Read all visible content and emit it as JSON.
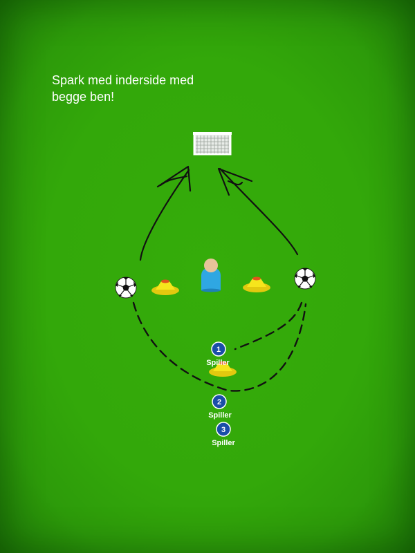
{
  "instruction": "Spark med inderside med begge ben!",
  "players": [
    {
      "number": "1",
      "label": "Spiller"
    },
    {
      "number": "2",
      "label": "Spiller"
    },
    {
      "number": "3",
      "label": "Spiller"
    }
  ],
  "icons": [
    "goal-icon",
    "soccer-ball-icon",
    "cone-icon",
    "coach-icon",
    "player-marker-icon"
  ],
  "colors": {
    "pitch": "#33a80a",
    "cone": "#f3e21a",
    "cone_top": "#e0541c",
    "player_marker": "#1a4fa8",
    "coach_shirt": "#2fa7e2",
    "lines": "#111111"
  }
}
